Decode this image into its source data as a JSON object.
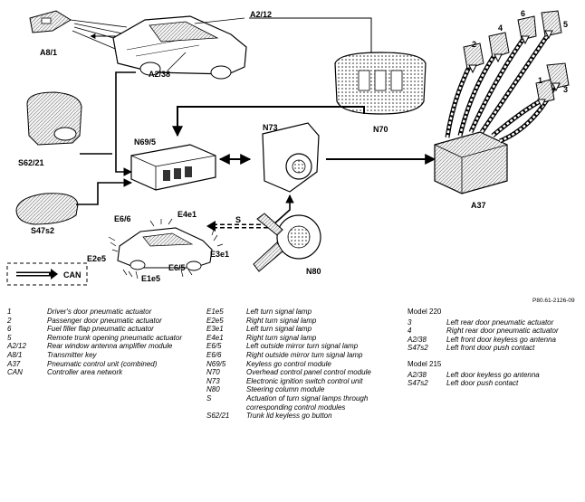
{
  "labels": {
    "a8_1": "A8/1",
    "a2_12": "A2/12",
    "a2_38": "A2/38",
    "n69_5": "N69/5",
    "n70": "N70",
    "n73": "N73",
    "s62_21": "S62/21",
    "s47s2": "S47s2",
    "e6_6": "E6/6",
    "e4e1": "E4e1",
    "e2e5": "E2e5",
    "e6_5": "E6/5",
    "e1e5": "E1e5",
    "e3e1": "E3e1",
    "s": "S",
    "n80": "N80",
    "a37": "A37",
    "can": "CAN",
    "n1": "1",
    "n2": "2",
    "n4": "4",
    "n6": "6",
    "n5": "5",
    "n3": "3"
  },
  "reference": "P80.61-2126-09",
  "legend_col1": [
    {
      "key": "1",
      "value": "Driver's door pneumatic actuator"
    },
    {
      "key": "2",
      "value": "Passenger door pneumatic actuator"
    },
    {
      "key": "6",
      "value": "Fuel filler flap pneumatic actuator"
    },
    {
      "key": "5",
      "value": "Remote trunk opening pneumatic actuator"
    },
    {
      "key": "A2/12",
      "value": "Rear window antenna amplifier module"
    },
    {
      "key": "A8/1",
      "value": "Transmitter key"
    },
    {
      "key": "A37",
      "value": "Pneumatic control unit (combined)"
    },
    {
      "key": "CAN",
      "value": "Controller area network"
    }
  ],
  "legend_col2": [
    {
      "key": "E1e5",
      "value": "Left turn signal lamp"
    },
    {
      "key": "E2e5",
      "value": "Right turn signal lamp"
    },
    {
      "key": "E3e1",
      "value": "Left turn signal lamp"
    },
    {
      "key": "E4e1",
      "value": "Right turn signal lamp"
    },
    {
      "key": "E6/5",
      "value": "Left outside mirror turn signal lamp"
    },
    {
      "key": "E6/6",
      "value": "Right outside mirror turn signal lamp"
    },
    {
      "key": "N69/5",
      "value": "Keyless go control module"
    },
    {
      "key": "N70",
      "value": "Overhead control panel control module"
    },
    {
      "key": "N73",
      "value": "Electronic ignition switch control unit"
    },
    {
      "key": "N80",
      "value": "Steering column module"
    },
    {
      "key": "S",
      "value": "Actuation of turn signal lamps through corresponding control modules"
    },
    {
      "key": "S62/21",
      "value": "Trunk lid keyless go button"
    }
  ],
  "model220": {
    "heading": "Model 220",
    "items": [
      {
        "key": "3",
        "value": "Left rear door pneumatic actuator"
      },
      {
        "key": "4",
        "value": "Right rear door pneumatic actuator"
      },
      {
        "key": "A2/38",
        "value": "Left front door keyless go antenna"
      },
      {
        "key": "S47s2",
        "value": "Left front door push contact"
      }
    ]
  },
  "model215": {
    "heading": "Model 215",
    "items": [
      {
        "key": "A2/38",
        "value": "Left door keyless go antenna"
      },
      {
        "key": "S47s2",
        "value": "Left door push contact"
      }
    ]
  }
}
